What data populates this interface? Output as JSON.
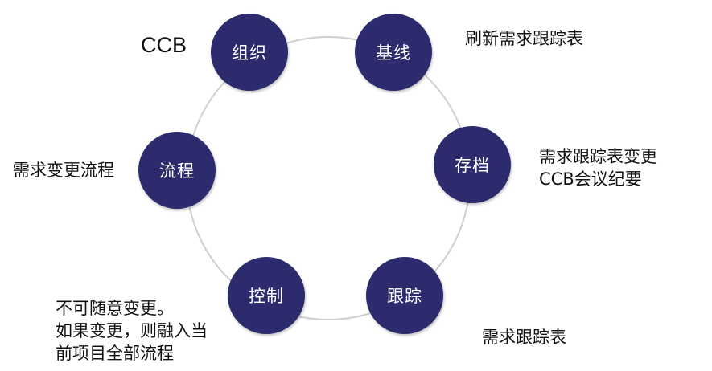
{
  "nodes": {
    "org": "组织",
    "baseline": "基线",
    "archive": "存档",
    "track": "跟踪",
    "control": "控制",
    "process": "流程"
  },
  "notes": {
    "org": "CCB",
    "baseline": "刷新需求跟踪表",
    "archive_line1": "需求跟踪表变更",
    "archive_line2": "CCB会议纪要",
    "track": "需求跟踪表",
    "control_line1": "不可随意变更。",
    "control_line2": "如果变更，则融入当",
    "control_line3": "前项目全部流程",
    "process": "需求变更流程"
  },
  "colors": {
    "node_fill": "#2b2b6e",
    "ring_stroke": "#cfcfcf"
  }
}
